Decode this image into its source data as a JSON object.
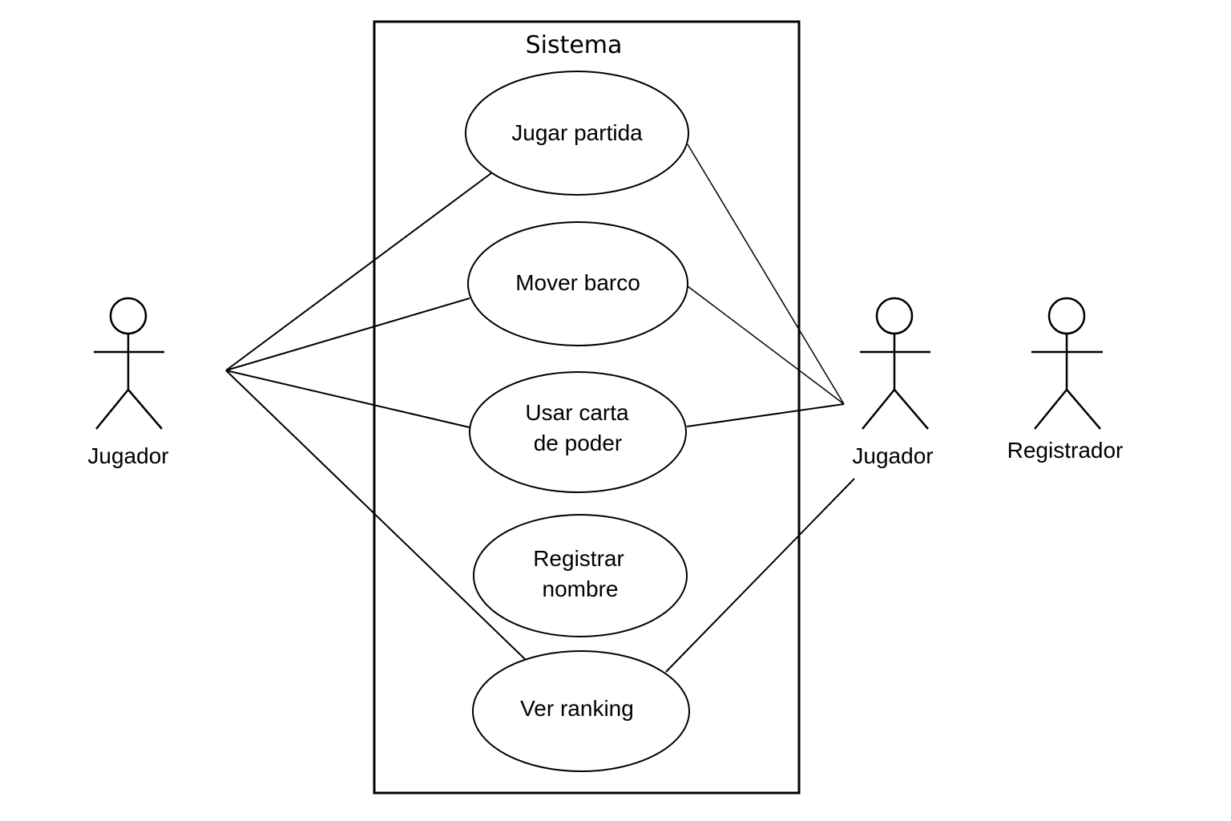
{
  "system": {
    "title": "Sistema"
  },
  "use_cases": {
    "jugar_partida": {
      "lines": [
        "Jugar partida"
      ]
    },
    "mover_barco": {
      "lines": [
        "Mover barco"
      ]
    },
    "usar_carta": {
      "lines": [
        "Usar carta",
        "de poder"
      ]
    },
    "registrar_nombre": {
      "lines": [
        "Registrar",
        "nombre"
      ]
    },
    "ver_ranking": {
      "lines": [
        "Ver ranking"
      ]
    }
  },
  "actors": {
    "left": {
      "label": "Jugador"
    },
    "right": {
      "label": "Jugador"
    },
    "registrar": {
      "label": "Registrador"
    }
  },
  "colors": {
    "line": "#000000",
    "background": "#ffffff"
  }
}
